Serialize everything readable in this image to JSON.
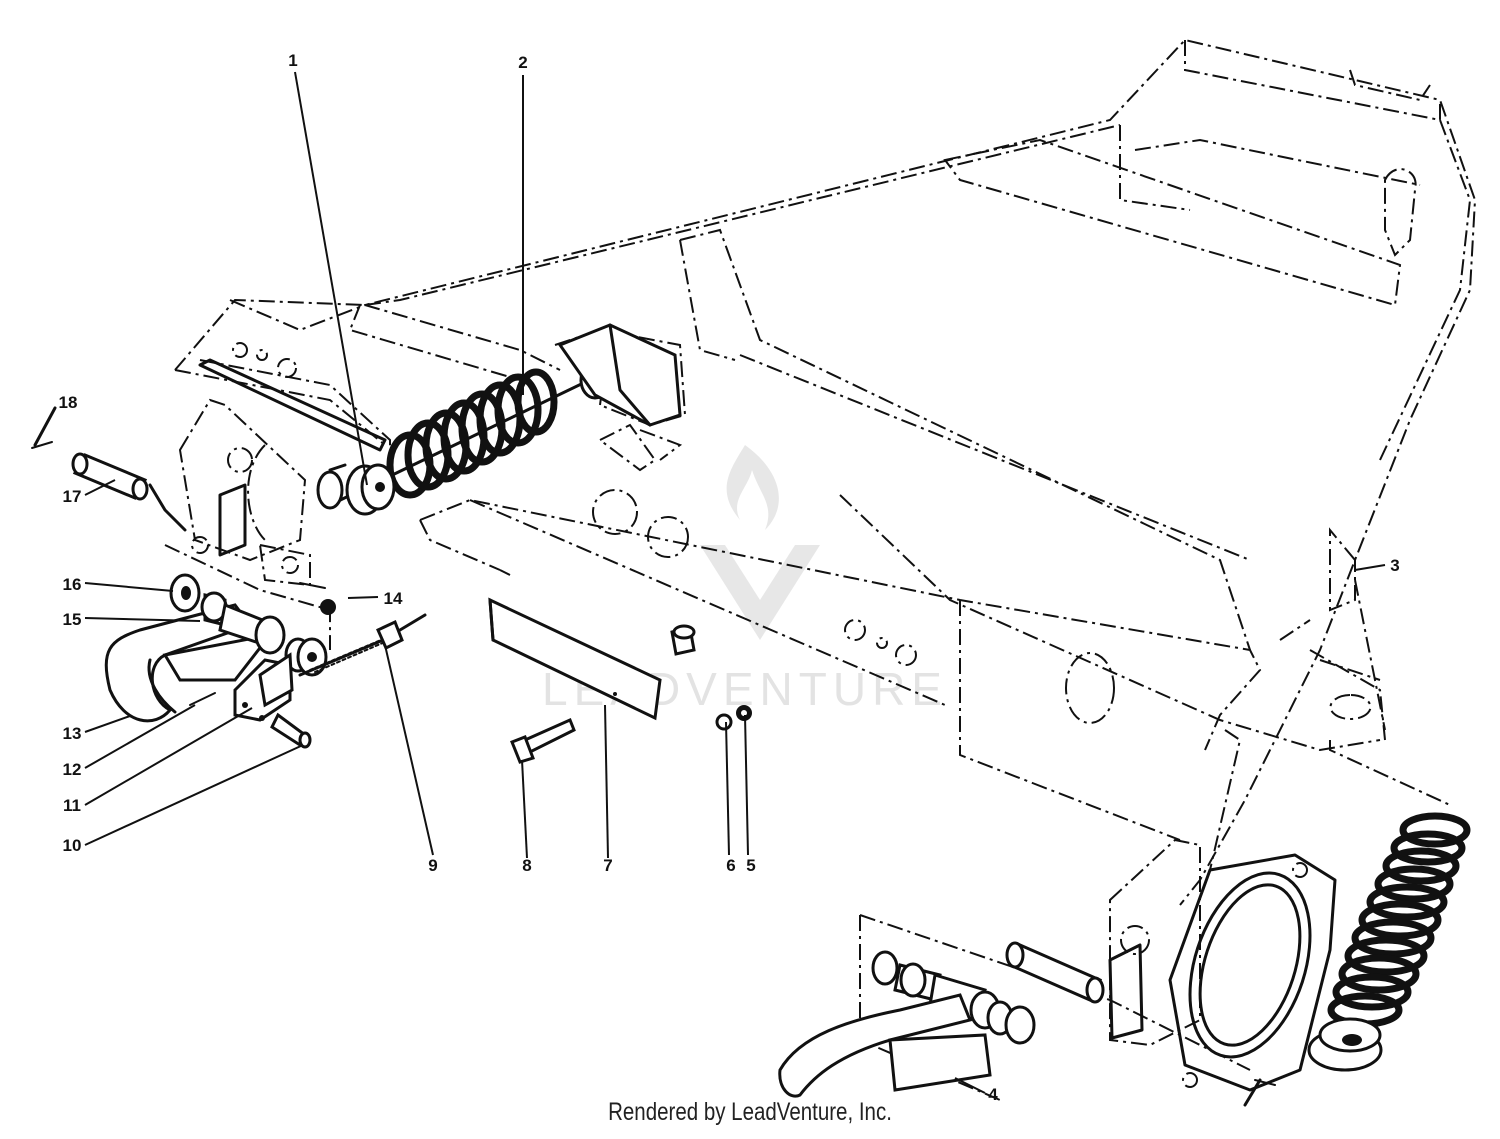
{
  "diagram": {
    "callouts": [
      {
        "id": "1",
        "label": "1"
      },
      {
        "id": "2",
        "label": "2"
      },
      {
        "id": "3",
        "label": "3"
      },
      {
        "id": "4",
        "label": "4"
      },
      {
        "id": "5",
        "label": "5"
      },
      {
        "id": "6",
        "label": "6"
      },
      {
        "id": "7",
        "label": "7"
      },
      {
        "id": "8",
        "label": "8"
      },
      {
        "id": "9",
        "label": "9"
      },
      {
        "id": "10",
        "label": "10"
      },
      {
        "id": "11",
        "label": "11"
      },
      {
        "id": "12",
        "label": "12"
      },
      {
        "id": "13",
        "label": "13"
      },
      {
        "id": "14",
        "label": "14"
      },
      {
        "id": "15",
        "label": "15"
      },
      {
        "id": "16",
        "label": "16"
      },
      {
        "id": "17",
        "label": "17"
      },
      {
        "id": "18",
        "label": "18"
      }
    ],
    "watermark": "LEADVENTURE",
    "footer": "Rendered by LeadVenture, Inc."
  }
}
